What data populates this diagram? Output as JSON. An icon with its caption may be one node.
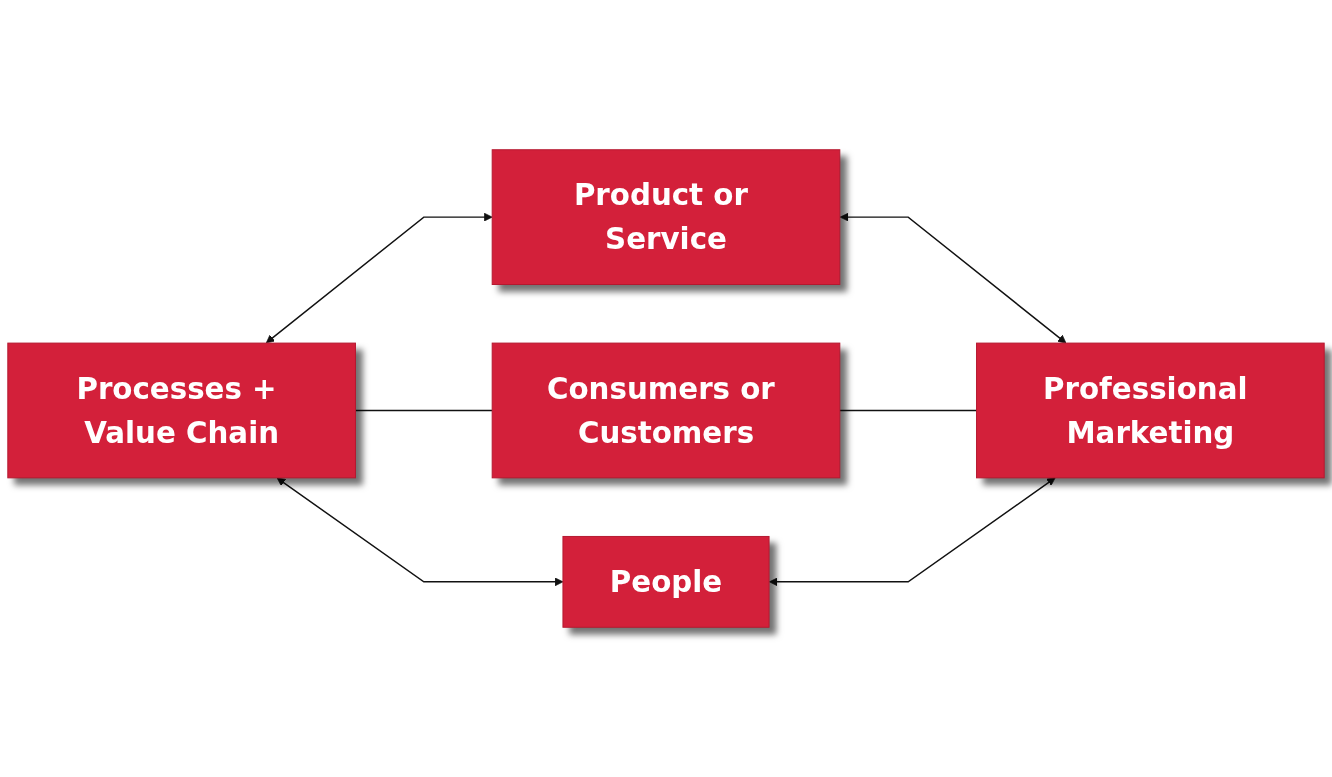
{
  "diagram": {
    "nodes": [
      {
        "text": [
          "Product or Service"
        ]
      },
      {
        "text": [
          "Processes + Value Chain"
        ]
      },
      {
        "text": [
          "Consumers or Customers"
        ]
      },
      {
        "text": [
          "Professional Marketing"
        ]
      },
      {
        "text": [
          "People"
        ]
      }
    ],
    "edges": [
      {
        "from": 1,
        "to": 0,
        "arrow": "both"
      },
      {
        "from": 0,
        "to": 3,
        "arrow": "both"
      },
      {
        "from": 1,
        "to": 2,
        "arrow": "none"
      },
      {
        "from": 2,
        "to": 3,
        "arrow": "none"
      },
      {
        "from": 1,
        "to": 4,
        "arrow": "both"
      },
      {
        "from": 4,
        "to": 3,
        "arrow": "both"
      }
    ]
  }
}
